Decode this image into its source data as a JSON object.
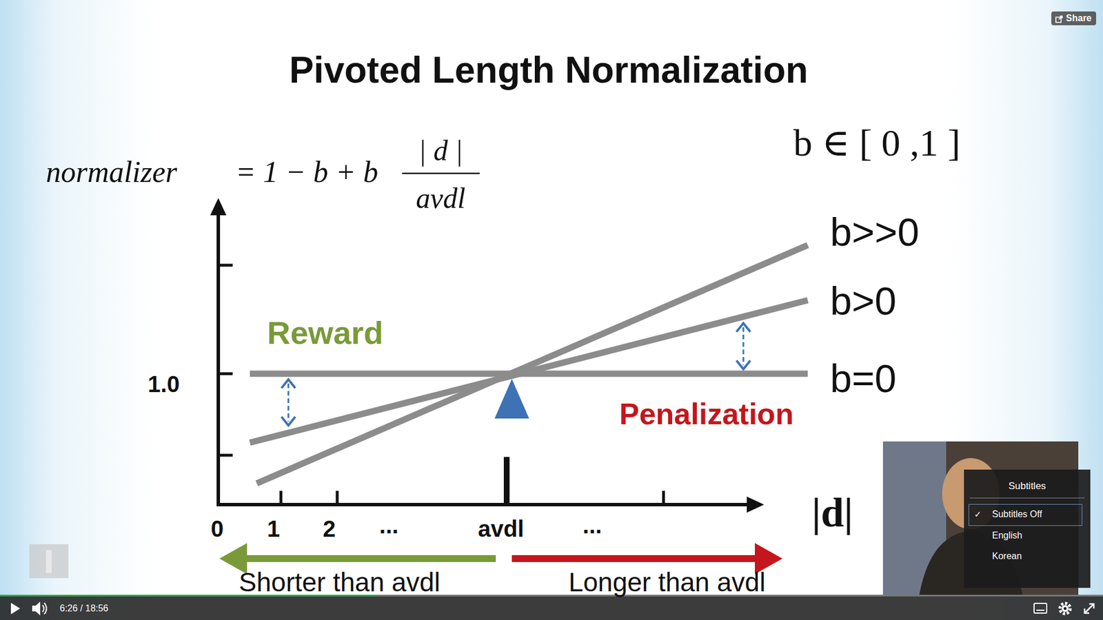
{
  "diagram": {
    "title": "Pivoted Length Normalization",
    "nodes": [
      {
        "text": [
          "Share"
        ]
      },
      {
        "text": [
          "Subtitles",
          "✓",
          "Subtitles Off",
          "English",
          "Korean"
        ]
      }
    ],
    "labels": [
      "normalizer",
      "= 1 − b + b",
      "| d |",
      "avdl",
      "b ∈ [ 0 ,1 ]",
      "b>>0",
      "b>0",
      "b=0",
      "Reward",
      "1.0",
      "Penalization",
      "0",
      "1",
      "2",
      "...",
      "avdl",
      "...",
      "|d|",
      "Shorter than avdl",
      "Longer than avdl",
      "6:26 / 18:56"
    ]
  }
}
